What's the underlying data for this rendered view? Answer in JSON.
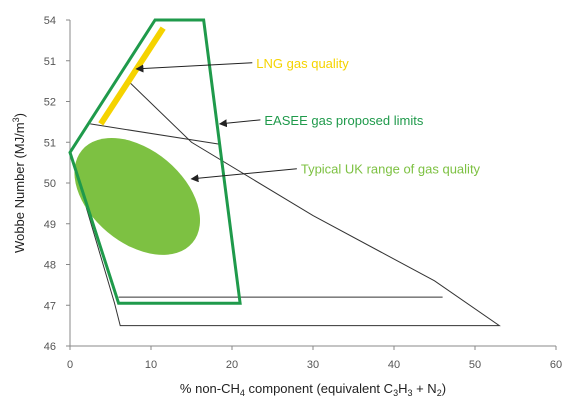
{
  "chart_data": {
    "type": "line",
    "xlabel": "% non-CH",
    "xlabel_sub": "4",
    "xlabel_rest": " component (equivalent C",
    "xlabel_sub2": "3",
    "xlabel_mid": "H",
    "xlabel_sub3": "3",
    "xlabel_end": " + N",
    "xlabel_sub4": "2",
    "xlabel_close": ")",
    "ylabel": "Wobbe Number (MJ/m",
    "ylabel_sup": "3",
    "ylabel_close": ")",
    "xlim": [
      0,
      60
    ],
    "ylim": [
      46,
      54
    ],
    "x_ticks": [
      "0",
      "10",
      "20",
      "30",
      "40",
      "50",
      "60"
    ],
    "y_ticks": [
      "46",
      "47",
      "48",
      "49",
      "50",
      "51",
      "52",
      "51",
      "54"
    ],
    "grid": false,
    "series": [
      {
        "name": "EASEE gas proposed limits",
        "color": "#1f9a4b",
        "closed": true,
        "x": [
          0,
          10.5,
          16.5,
          21,
          6,
          0
        ],
        "y": [
          50.75,
          54,
          54,
          47.05,
          47.05,
          50.75
        ]
      },
      {
        "name": "LNG gas quality",
        "color": "#f5d300",
        "x": [
          3.8,
          11.5
        ],
        "y": [
          51.45,
          53.8
        ]
      }
    ],
    "envelope_lines": [
      {
        "x": [
          7.2,
          15,
          30,
          45,
          53,
          6.2,
          5.5,
          0
        ],
        "y": [
          52.5,
          51,
          49.2,
          47.6,
          46.5,
          46.5,
          47.05,
          50.75
        ]
      },
      {
        "x": [
          2.5,
          18.5
        ],
        "y": [
          51.45,
          50.95
        ]
      },
      {
        "x": [
          6,
          46
        ],
        "y": [
          47.2,
          47.2
        ]
      }
    ],
    "region": {
      "name": "Typical UK range of gas quality",
      "color": "#7dc142",
      "center": [
        8.3,
        49.67
      ],
      "rx_data": 8.9,
      "ry_data": 1.14,
      "rotation_deg": 40
    },
    "annotations": [
      {
        "text": "LNG gas quality",
        "color": "#f5d300",
        "text_at": [
          23,
          52.95
        ],
        "arrow_to": [
          8.2,
          52.8
        ]
      },
      {
        "text": "EASEE gas proposed limits",
        "color": "#1f9a4b",
        "text_at": [
          24,
          51.55
        ],
        "arrow_to": [
          18.5,
          51.45
        ]
      },
      {
        "text": "Typical UK range of gas quality",
        "color": "#7dc142",
        "text_at": [
          28.5,
          50.35
        ],
        "arrow_to": [
          15,
          50.1
        ]
      }
    ]
  }
}
